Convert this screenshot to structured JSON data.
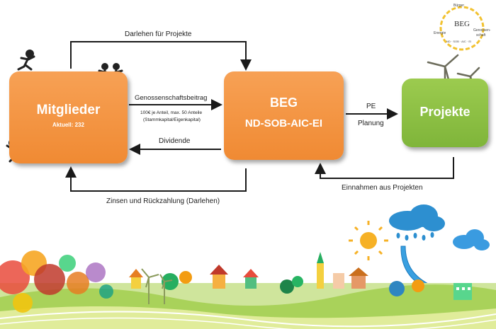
{
  "logo": {
    "center": "BEG",
    "ring_words": [
      "Bürger",
      "Energie",
      "Genossen-",
      "schaft",
      "ND · SOB · AIC · EI"
    ]
  },
  "boxes": {
    "members": {
      "title": "Mitglieder",
      "subtitle": "Aktuell: 232"
    },
    "beg": {
      "title": "BEG",
      "subtitle": "ND-SOB-AIC-EI"
    },
    "projects": {
      "title": "Projekte"
    }
  },
  "flows": {
    "loans_top": "Darlehen für Projekte",
    "coop_fee": "Genossenschaftsbeitrag",
    "share_note_1": "100€ je Anteil, max. 50 Anteile",
    "share_note_2": "(Stammkapital/Eigenkapital)",
    "dividend": "Dividende",
    "interest_bottom": "Zinsen und Rückzahlung (Darlehen)",
    "pe": "PE",
    "planning": "Planung",
    "project_income": "Einnahmen aus Projekten"
  },
  "colors": {
    "orange": "#f08a33",
    "green": "#7fb53a",
    "arrow": "#1a1a1a",
    "logo_ring": "#f2c230"
  }
}
